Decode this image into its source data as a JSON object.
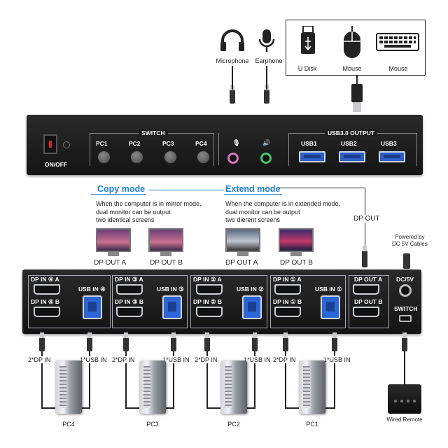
{
  "top_devices": {
    "microphone": "Microphone",
    "earphone": "Earphone",
    "u_disk": "U Disk",
    "mouse": "Mouse",
    "keyboard": "Mouse"
  },
  "front_panel": {
    "power": "ON/OFF",
    "switch_title": "SWITCH",
    "pc_buttons": [
      "PC1",
      "PC2",
      "PC3",
      "PC4"
    ],
    "usb_title": "USB3.0 OUTPUT",
    "usb_ports": [
      "USB1",
      "USB2",
      "USB3"
    ]
  },
  "modes": {
    "copy": {
      "title": "Copy mode",
      "desc": [
        "When the computer is in mirror mode,",
        "dual monitor can be output",
        "two identical screens"
      ],
      "outputs": [
        "DP OUT A",
        "DP OUT B"
      ]
    },
    "extend": {
      "title": "Extend mode",
      "desc": [
        "When the computer is in extended mode,",
        "dual monitor can be output",
        "two dierent screens"
      ],
      "outputs": [
        "DP OUT A",
        "DP OUT B"
      ]
    },
    "dp_out": "DP OUT"
  },
  "power_note": [
    "Powered by",
    "DC 5V Cables"
  ],
  "rear_panel": {
    "groups": [
      {
        "dp_a": "DP IN ④ A",
        "dp_b": "DP IN ④ B",
        "usb": "USB IN ④"
      },
      {
        "dp_a": "DP IN ③ A",
        "dp_b": "DP IN ③ B",
        "usb": "USB IN ③"
      },
      {
        "dp_a": "DP IN ② A",
        "dp_b": "DP IN ② B",
        "usb": "USB IN ②"
      },
      {
        "dp_a": "DP IN ① A",
        "dp_b": "DP IN ① B",
        "usb": "USB IN ①"
      }
    ],
    "dp_out_a": "DP OUT A",
    "dp_out_b": "DP OUT B",
    "dc": "DC/5V",
    "switch": "SWITCH"
  },
  "pcs": [
    {
      "name": "PC4",
      "dp": "2*DP IN",
      "usb": "1*USB IN"
    },
    {
      "name": "PC3",
      "dp": "2*DP IN",
      "usb": "1*USB IN"
    },
    {
      "name": "PC2",
      "dp": "2*DP IN",
      "usb": "1*USB IN"
    },
    {
      "name": "PC1",
      "dp": "2*DP IN",
      "usb": "1*USB IN"
    }
  ],
  "wired_remote": "Wired Remote",
  "colors": {
    "accent": "#1a7fd1",
    "panel": "#1c1c1c",
    "usb_blue": "#2b5fc9"
  }
}
